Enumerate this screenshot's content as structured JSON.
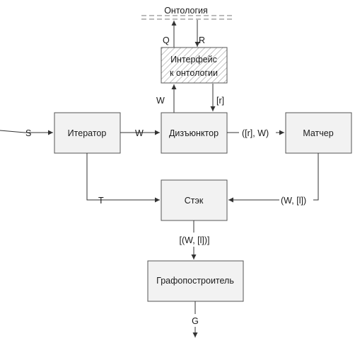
{
  "ontology": {
    "title": "Онтология",
    "query_label": "Q",
    "response_label": "R"
  },
  "blocks": {
    "interface_line1": "Интерфейс",
    "interface_line2": "к онтологии",
    "iterator": "Итератор",
    "disjunctor": "Дизъюнктор",
    "matcher": "Матчер",
    "stack": "Стэк",
    "graph_builder": "Графопостроитель"
  },
  "edges": {
    "input_s": "S",
    "iter_to_disj": "W",
    "disj_to_iface": "W",
    "iface_to_disj": "[r]",
    "disj_to_matcher": "([r], W)",
    "iter_to_stack": "T",
    "matcher_to_stack": "(W, [l])",
    "stack_to_graph": "[(W, [l])]",
    "graph_out": "G"
  },
  "colors": {
    "box_fill": "#f2f2f2",
    "border": "#555555",
    "line": "#333333",
    "hatch": "#999999"
  }
}
